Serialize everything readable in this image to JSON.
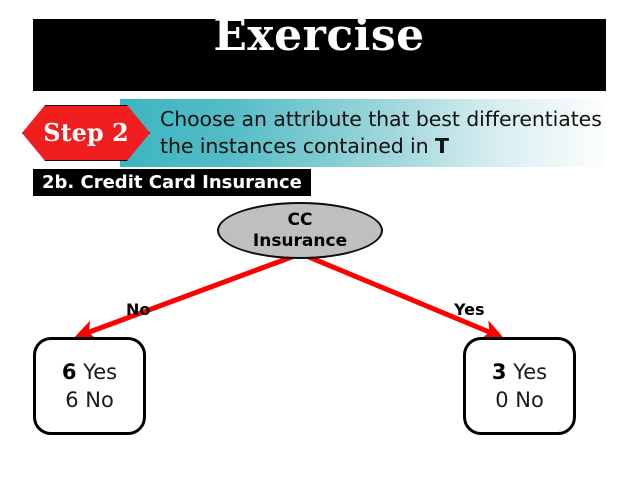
{
  "slide": {
    "title": "Exercise",
    "step": {
      "badge": "Step 2",
      "text_line1": "Choose an attribute that best differentiates",
      "text_line2_prefix": "the instances contained in ",
      "text_line2_emphasis": "T"
    },
    "section_tag": "2b. Credit Card Insurance",
    "colors": {
      "title_bar": "#000000",
      "badge_red": "#f01e1e",
      "banner_teal": "#3cb6c2",
      "arrow_red": "#ff0000",
      "node_fill": "#bfbfbf",
      "outline": "#000000"
    }
  },
  "tree": {
    "root": {
      "label_line1": "CC",
      "label_line2": "Insurance"
    },
    "branches": [
      {
        "edge_label": "No",
        "leaf": {
          "yes_count": "6",
          "yes_label": "Yes",
          "no_count": "6",
          "no_label": "No"
        }
      },
      {
        "edge_label": "Yes",
        "leaf": {
          "yes_count": "3",
          "yes_label": "Yes",
          "no_count": "0",
          "no_label": "No"
        }
      }
    ]
  }
}
